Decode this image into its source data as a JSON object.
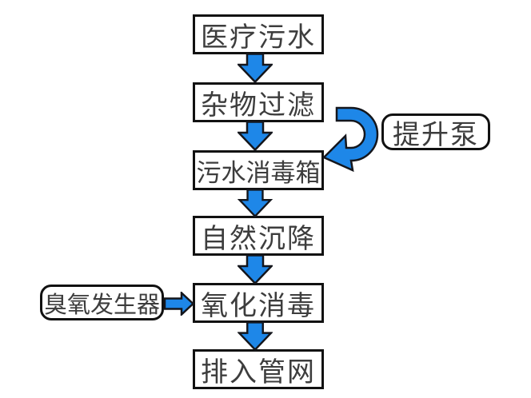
{
  "diagram": {
    "colors": {
      "background": "#ffffff",
      "box_fill": "#ffffff",
      "box_border": "#111111",
      "text": "#3d3d3d",
      "arrow_fill": "#1e87e8",
      "arrow_stroke": "#14161c"
    },
    "steps": [
      {
        "label": "医疗污水"
      },
      {
        "label": "杂物过滤"
      },
      {
        "label": "污水消毒箱"
      },
      {
        "label": "自然沉降"
      },
      {
        "label": "氧化消毒"
      },
      {
        "label": "排入管网"
      }
    ],
    "aux_nodes": [
      {
        "label": "提升泵"
      },
      {
        "label": "臭氧发生器"
      }
    ]
  }
}
